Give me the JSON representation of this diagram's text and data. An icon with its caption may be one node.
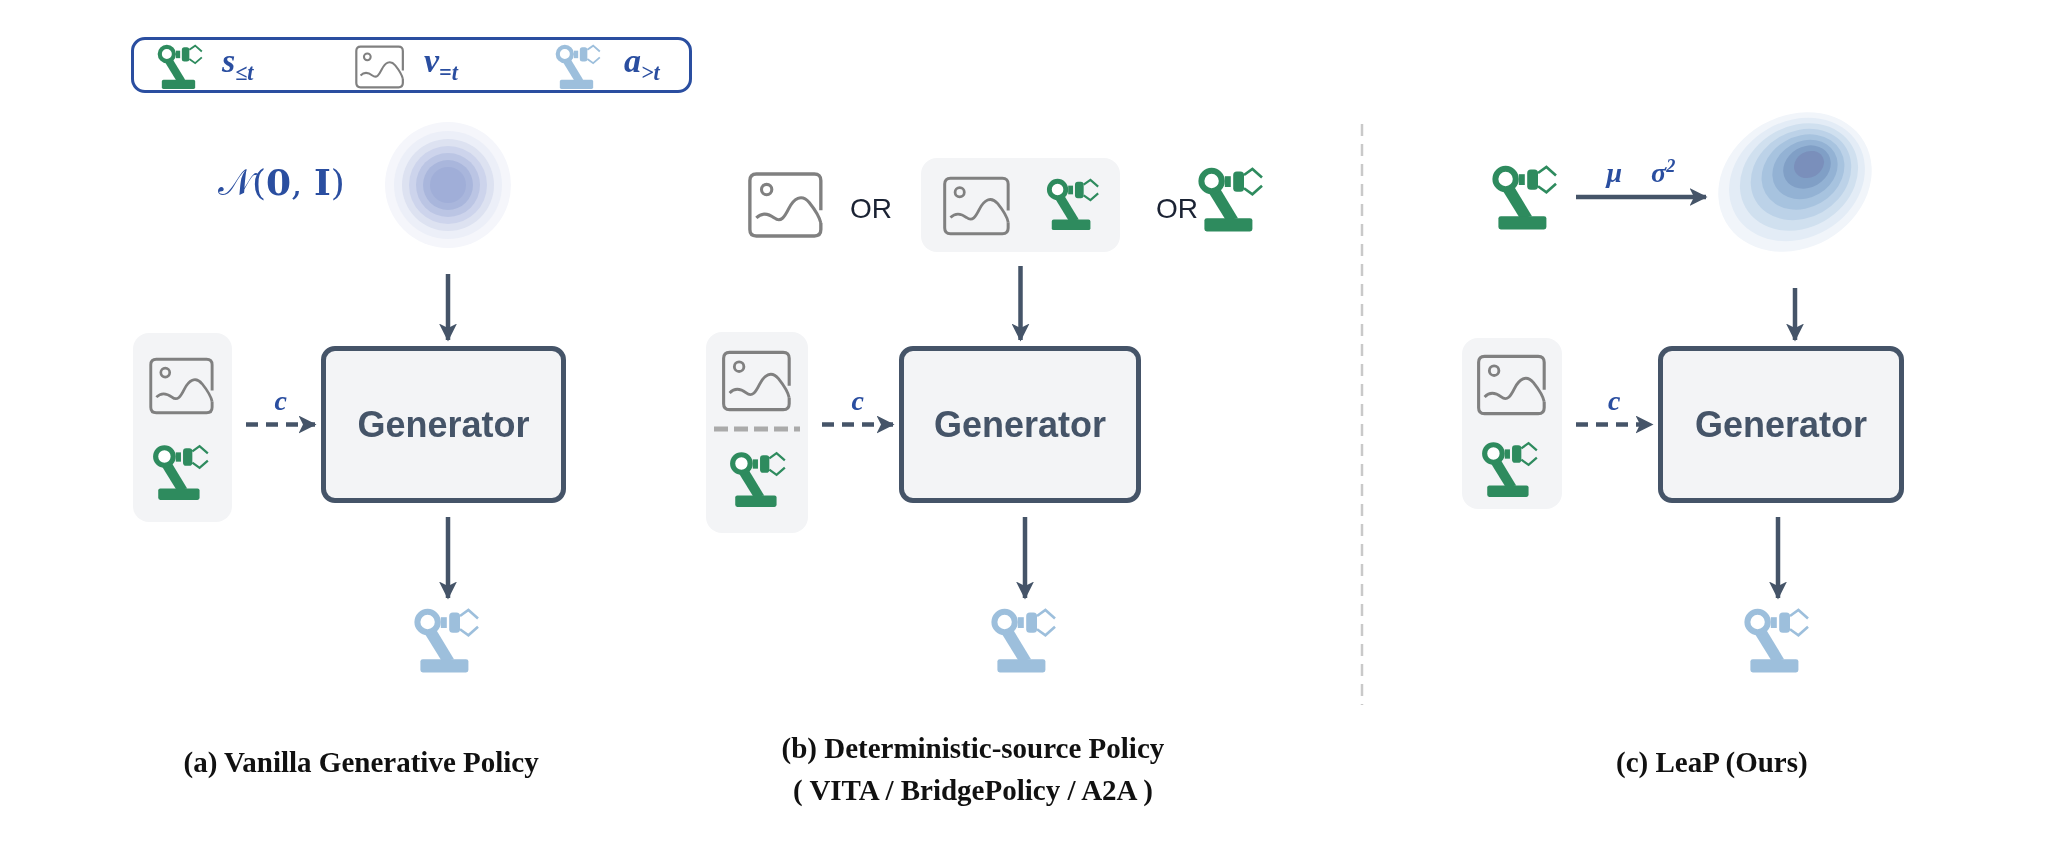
{
  "diagram": {
    "nodes": [
      {
        "text": [],
        "shape": "circle",
        "beside": [
          "𝒩(**0**, **I**)"
        ]
      },
      {
        "text": [],
        "shape": "box"
      },
      {
        "text": [
          "Generator"
        ]
      },
      {
        "text": [],
        "shape": "picture"
      },
      {
        "text": [],
        "shape": "picture"
      },
      {
        "text": [],
        "shape": "box"
      },
      {
        "text": [],
        "shape": "picture"
      },
      {
        "text": [],
        "shape": "box"
      },
      {
        "text": [
          "Generator"
        ]
      },
      {
        "text": [],
        "shape": "picture"
      },
      {
        "text": [],
        "shape": "picture"
      },
      {
        "text": [],
        "shape": "cloud"
      },
      {
        "text": [],
        "shape": "box"
      },
      {
        "text": [
          "Generator"
        ]
      },
      {
        "text": [],
        "shape": "picture"
      }
    ],
    "edges": [
      {
        "from": 0,
        "to": 2,
        "arrow": "to"
      },
      {
        "from": 1,
        "to": 2,
        "arrow": "to",
        "label": "c",
        "style": "dashed"
      },
      {
        "from": 2,
        "to": 3,
        "arrow": "to"
      },
      {
        "from": 5,
        "to": 8,
        "arrow": "to"
      },
      {
        "from": 7,
        "to": 8,
        "arrow": "to",
        "label": "c",
        "style": "dashed"
      },
      {
        "from": 8,
        "to": 9,
        "arrow": "to"
      },
      {
        "from": 10,
        "to": 11,
        "arrow": "to",
        "label": "μ σ$^{2}$"
      },
      {
        "from": 11,
        "to": 13,
        "arrow": "to"
      },
      {
        "from": 12,
        "to": 13,
        "arrow": "to",
        "label": "c",
        "style": "dashed"
      },
      {
        "from": 13,
        "to": 14,
        "arrow": "to"
      }
    ],
    "labels": [
      "OR",
      "OR",
      "(a) Vanilla Generative Policy",
      "(b) Deterministic-source Policy",
      "( VITA / BridgePolicy / A2A )",
      "(c) LeaP (Ours)"
    ],
    "legend": [
      {
        "text": "s$_{≤t}$"
      },
      {
        "text": "v$_{=t}$"
      },
      {
        "text": "a$_{>t}$"
      }
    ]
  }
}
